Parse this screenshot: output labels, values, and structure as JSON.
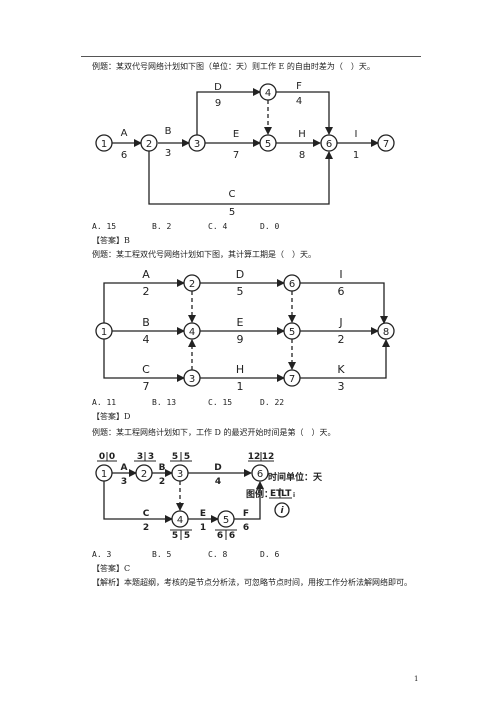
{
  "q1": {
    "stem": "例题：某双代号网络计划如下图（单位：天）则工作 E 的自由时差为（　）天。",
    "nodes": [
      "1",
      "2",
      "3",
      "4",
      "5",
      "6",
      "7"
    ],
    "activities": [
      {
        "name": "A",
        "duration": "6"
      },
      {
        "name": "B",
        "duration": "3"
      },
      {
        "name": "D",
        "duration": "9"
      },
      {
        "name": "E",
        "duration": "7"
      },
      {
        "name": "F",
        "duration": "4"
      },
      {
        "name": "H",
        "duration": "8"
      },
      {
        "name": "I",
        "duration": "1"
      },
      {
        "name": "C",
        "duration": "5"
      }
    ],
    "options": [
      "A. 15",
      "B. 2",
      "C. 4",
      "D. 0"
    ],
    "answer": "【答案】B"
  },
  "q2": {
    "stem": "例题：某工程双代号网络计划如下图，其计算工期是（　）天。",
    "nodes": [
      "1",
      "2",
      "3",
      "4",
      "5",
      "6",
      "7",
      "8"
    ],
    "activities": [
      {
        "name": "A",
        "duration": "2"
      },
      {
        "name": "D",
        "duration": "5"
      },
      {
        "name": "I",
        "duration": "6"
      },
      {
        "name": "B",
        "duration": "4"
      },
      {
        "name": "E",
        "duration": "9"
      },
      {
        "name": "J",
        "duration": "2"
      },
      {
        "name": "C",
        "duration": "7"
      },
      {
        "name": "H",
        "duration": "1"
      },
      {
        "name": "K",
        "duration": "3"
      }
    ],
    "options": [
      "A. 11",
      "B. 13",
      "C. 15",
      "D. 22"
    ],
    "answer": "【答案】D"
  },
  "q3": {
    "stem": "例题：某工程网络计划如下，工作 D 的最迟开始时间是第（　）天。",
    "nodes": [
      "1",
      "2",
      "3",
      "4",
      "5",
      "6"
    ],
    "times": [
      {
        "et": "0",
        "lt": "0"
      },
      {
        "et": "3",
        "lt": "3"
      },
      {
        "et": "5",
        "lt": "5"
      },
      {
        "et": "5",
        "lt": "5"
      },
      {
        "et": "6",
        "lt": "6"
      },
      {
        "et": "12",
        "lt": "12"
      }
    ],
    "activities": [
      {
        "name": "A",
        "duration": "3"
      },
      {
        "name": "B",
        "duration": "2"
      },
      {
        "name": "D",
        "duration": "4"
      },
      {
        "name": "C",
        "duration": "2"
      },
      {
        "name": "E",
        "duration": "1"
      },
      {
        "name": "F",
        "duration": "6"
      }
    ],
    "unit_label": "时间单位：天",
    "legend_label": "图例：",
    "legend_et": "ET",
    "legend_lt": "LT",
    "legend_sub": "i",
    "legend_node": "i",
    "options": [
      "A. 3",
      "B. 5",
      "C. 8",
      "D. 6"
    ],
    "answer": "【答案】C",
    "analysis": "【解析】本题超纲，考核的是节点分析法，可忽略节点时间，用按工作分析法解网络即可。"
  },
  "page_number": "1"
}
